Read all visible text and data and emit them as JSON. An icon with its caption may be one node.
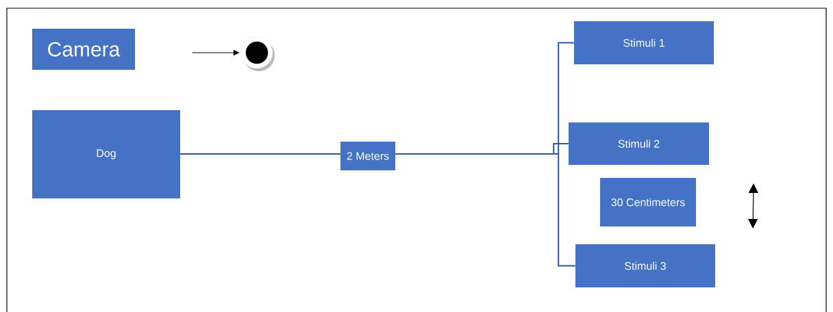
{
  "diagram": {
    "nodes": [
      {
        "text": [
          "Camera"
        ]
      },
      {
        "text": [],
        "shape": "circle"
      },
      {
        "text": [
          "Dog"
        ]
      },
      {
        "text": [
          "Stimuli 1"
        ]
      },
      {
        "text": [
          "Stimuli 2"
        ]
      },
      {
        "text": [
          "30 Centimeters"
        ]
      },
      {
        "text": [
          "Stimuli 3"
        ]
      }
    ],
    "edges": [
      {
        "from": null,
        "to": 1,
        "arrow": "to",
        "color": "#000000"
      },
      {
        "from": 2,
        "to": 3,
        "arrow": "none"
      },
      {
        "from": 2,
        "to": 4,
        "arrow": "none",
        "label": "2 Meters"
      },
      {
        "from": 2,
        "to": 6,
        "arrow": "none"
      }
    ]
  }
}
